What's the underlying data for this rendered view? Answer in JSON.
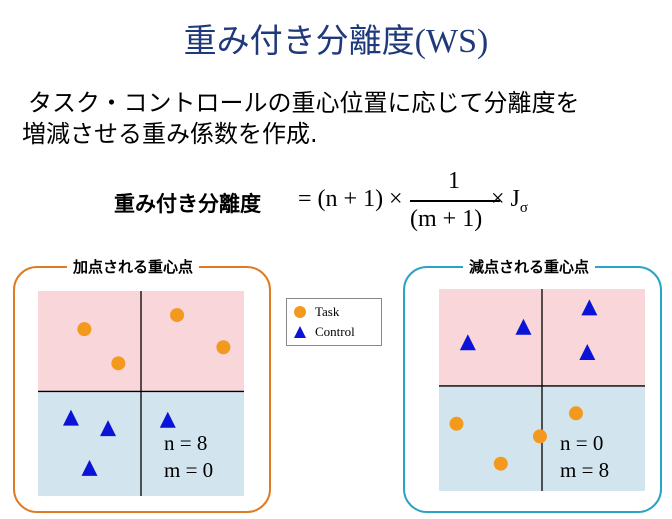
{
  "title": {
    "jp": "重み付き分離度",
    "latin": "(WS)"
  },
  "description": {
    "line1": "タスク・コントロールの重心位置に応じて分離度を",
    "line2": "増減させる重み係数を作成."
  },
  "formula": {
    "lhs": "重み付き分離度",
    "eq": "= (n + 1) ×",
    "numerator": "1",
    "denominator": "(m + 1)",
    "tail": "× J",
    "tail_sub": "σ"
  },
  "legend": {
    "task": "Task",
    "control": "Control"
  },
  "colors": {
    "task": "#f39a1e",
    "control": "#0b14d6",
    "upper_region": "#f9d6d9",
    "lower_region": "#d2e5ee",
    "left_border": "#e07b24",
    "right_border": "#2aa3c7",
    "title": "#1f3a7a"
  },
  "panels": {
    "left": {
      "label": "加点される重心点",
      "n_text": "n = 8",
      "m_text": "m = 0",
      "task_points": [
        [
          -0.55,
          0.62
        ],
        [
          -0.22,
          0.28
        ],
        [
          0.35,
          0.76
        ],
        [
          0.8,
          0.44
        ]
      ],
      "control_points": [
        [
          -0.68,
          -0.26
        ],
        [
          -0.32,
          -0.36
        ],
        [
          0.26,
          -0.28
        ],
        [
          -0.5,
          -0.74
        ]
      ]
    },
    "right": {
      "label": "減点される重心点",
      "n_text": "n = 0",
      "m_text": "m = 8",
      "task_points": [
        [
          -0.83,
          -0.36
        ],
        [
          -0.4,
          -0.74
        ],
        [
          -0.02,
          -0.48
        ],
        [
          0.33,
          -0.26
        ]
      ],
      "control_points": [
        [
          -0.72,
          0.44
        ],
        [
          -0.18,
          0.6
        ],
        [
          0.46,
          0.8
        ],
        [
          0.44,
          0.34
        ]
      ]
    }
  }
}
